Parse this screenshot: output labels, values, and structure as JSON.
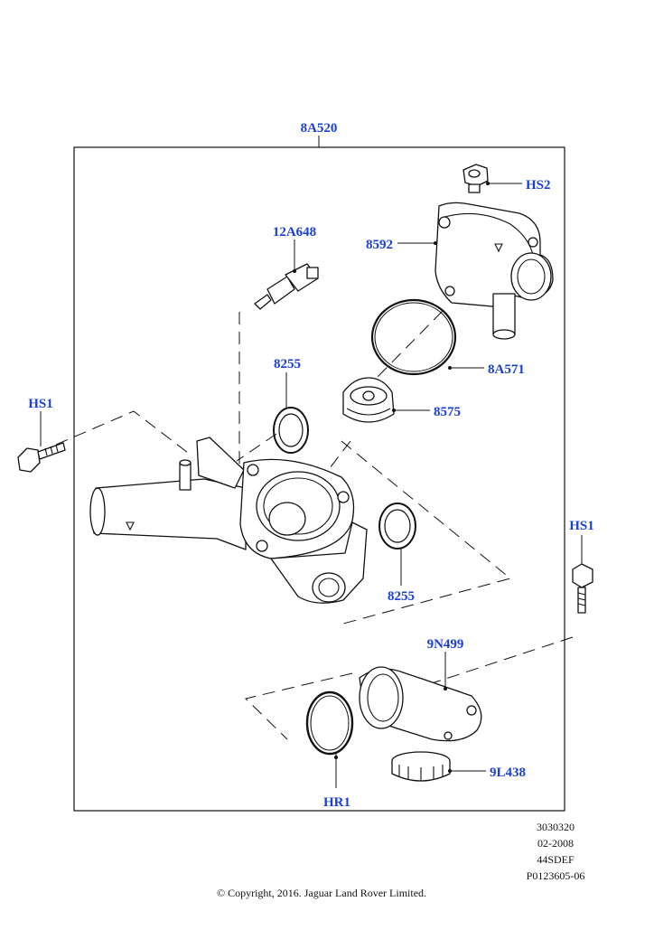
{
  "diagram": {
    "assembly_label": "8A520",
    "callouts": {
      "hs2": "HS2",
      "p8592": "8592",
      "p12a648": "12A648",
      "p8a571": "8A571",
      "p8255_upper": "8255",
      "p8575": "8575",
      "hs1_left": "HS1",
      "hs1_right": "HS1",
      "p8255_lower": "8255",
      "p9n499": "9N499",
      "p9l438": "9L438",
      "hr1": "HR1"
    }
  },
  "footer": {
    "code_1": "3030320",
    "date": "02-2008",
    "code_2": "44SDEF",
    "code_3": "P0123605-06",
    "copyright": "© Copyright, 2016. Jaguar Land Rover Limited."
  }
}
